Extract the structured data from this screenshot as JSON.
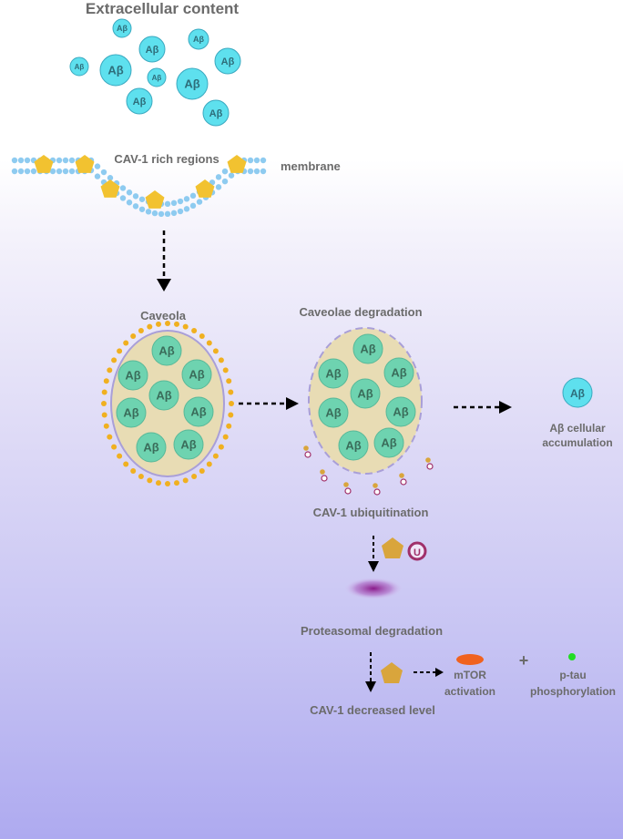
{
  "labels": {
    "extracellular": "Extracellular content",
    "cav1_regions": "CAV-1 rich regions",
    "membrane": "membrane",
    "caveola": "Caveola",
    "caveolae_degradation": "Caveolae degradation",
    "abeta": "Aβ",
    "accumulation_line1": "Aβ cellular",
    "accumulation_line2": "accumulation",
    "ubiquitination": "CAV-1 ubiquitination",
    "ubiquitin_symbol": "U",
    "proteasomal": "Proteasomal degradation",
    "decreased": "CAV-1 decreased level",
    "mtor_line1": "mTOR",
    "mtor_line2": "activation",
    "plus": "+",
    "ptau_line1": "p-tau",
    "ptau_line2": "phosphorylation"
  },
  "colors": {
    "abeta_fill": "#5ee0ee",
    "abeta_inner_fill": "#6ed3b0",
    "vesicle_fill": "#e8dcb4",
    "cav1_pentagon": "#f2c230",
    "cav1_pentagon_dark": "#d9a53c",
    "lipid_head": "#8ecbf0",
    "ubiquitin": "#a0306a",
    "proteasome": "#8a1a8a",
    "mtor": "#f0621f",
    "ptau": "#22dd22",
    "arrow": "#000000"
  }
}
